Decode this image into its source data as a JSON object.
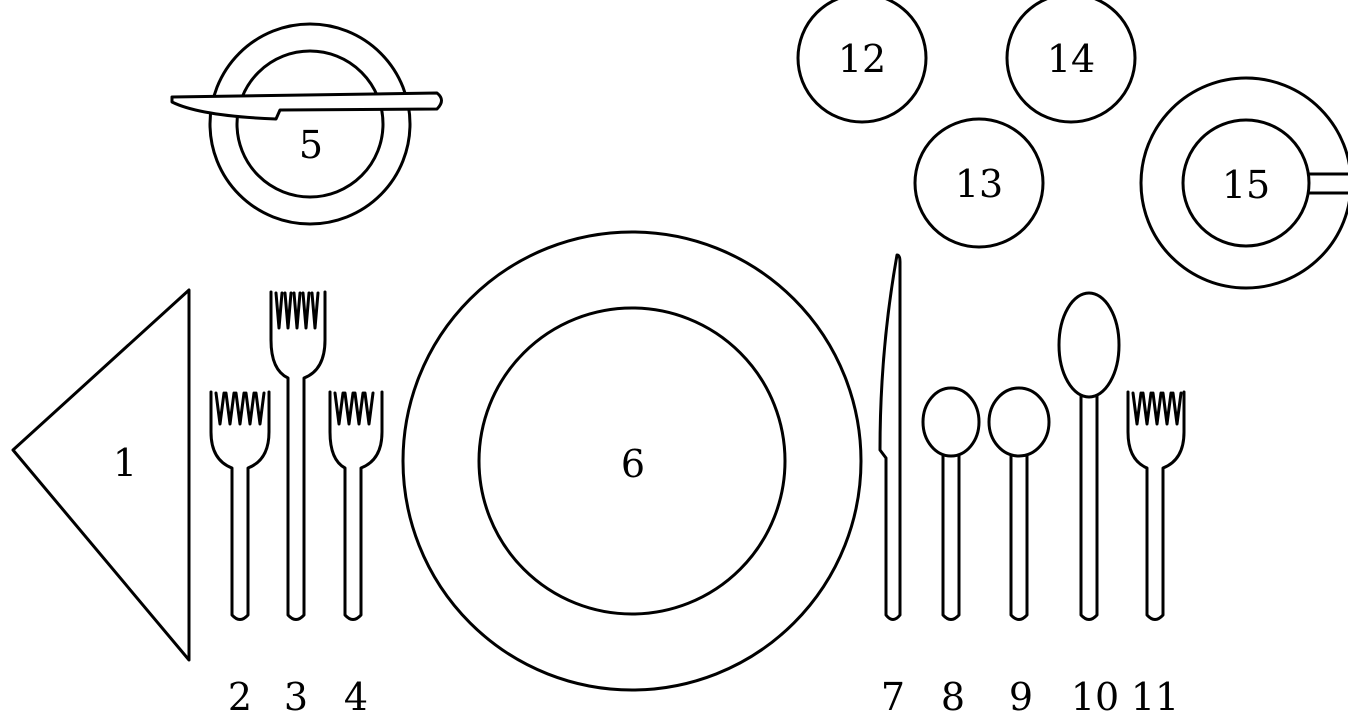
{
  "labels": {
    "napkin": "1",
    "salad_fork": "2",
    "dinner_fork": "3",
    "fish_fork": "4",
    "bread_plate": "5",
    "dinner_plate": "6",
    "dinner_knife": "7",
    "spoon_1": "8",
    "spoon_2": "9",
    "soup_spoon": "10",
    "oyster_fork": "11",
    "glass_12": "12",
    "glass_13": "13",
    "glass_14": "14",
    "cup_saucer": "15"
  }
}
